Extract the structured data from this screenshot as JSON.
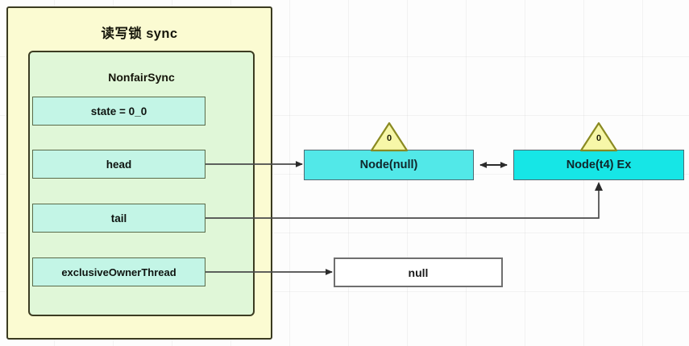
{
  "diagram": {
    "title": "读写锁 sync",
    "inner_title": "NonfairSync",
    "fields": [
      {
        "name": "state-field",
        "label": "state = 0_0"
      },
      {
        "name": "head-field",
        "label": "head"
      },
      {
        "name": "tail-field",
        "label": "tail"
      },
      {
        "name": "exclusive-owner-thread-field",
        "label": "exclusiveOwnerThread"
      }
    ],
    "nodes": [
      {
        "name": "node-null",
        "label": "Node(null)",
        "wait_status": "0",
        "color": "#52e8e8"
      },
      {
        "name": "node-t4",
        "label": "Node(t4) Ex",
        "wait_status": "0",
        "color": "#16e6e6"
      }
    ],
    "owner_value": "null",
    "colors": {
      "outer_panel": "#fbfbd2",
      "inner_panel": "#e0f7d8",
      "field_box": "#c3f5e6",
      "node_light": "#52e8e8",
      "node_bright": "#16e6e6",
      "triangle": "#f7f7a8",
      "border_dark": "#3a3a20",
      "connector": "#4a4a4a"
    },
    "connectors": [
      {
        "name": "head-to-node-null",
        "from": "head",
        "to": "Node(null)",
        "style": "straight-arrow"
      },
      {
        "name": "node-link-bidirectional",
        "from": "Node(null)",
        "to": "Node(t4) Ex",
        "style": "double-arrow"
      },
      {
        "name": "tail-to-node-t4",
        "from": "tail",
        "to": "Node(t4) Ex",
        "style": "elbow-up-arrow"
      },
      {
        "name": "owner-to-null",
        "from": "exclusiveOwnerThread",
        "to": "null",
        "style": "straight-arrow"
      }
    ]
  }
}
